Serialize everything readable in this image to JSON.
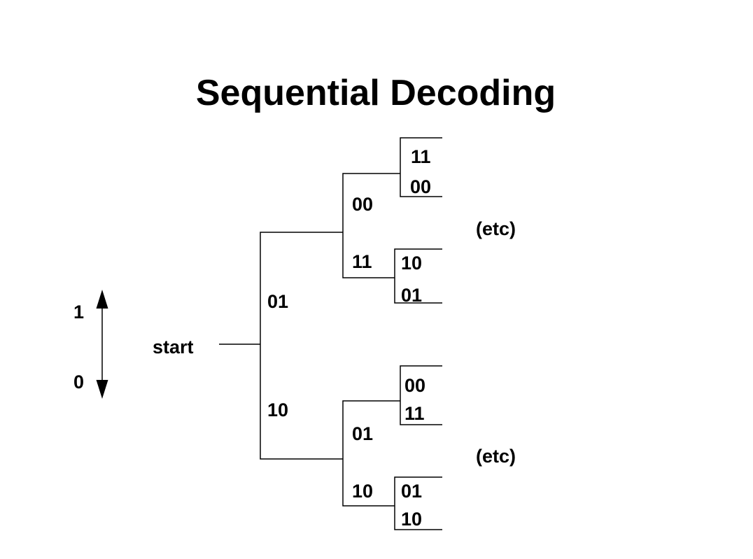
{
  "title": "Sequential Decoding",
  "legend": {
    "up_label": "1",
    "down_label": "0"
  },
  "start_label": "start",
  "etc_labels": {
    "upper": "(etc)",
    "lower": "(etc)"
  },
  "tree": {
    "root": "start",
    "branches": [
      {
        "input": "1",
        "output": "01",
        "children": [
          {
            "input": "1",
            "output": "00",
            "children": [
              {
                "input": "1",
                "output": "11"
              },
              {
                "input": "0",
                "output": "00"
              }
            ]
          },
          {
            "input": "0",
            "output": "11",
            "children": [
              {
                "input": "1",
                "output": "10"
              },
              {
                "input": "0",
                "output": "01"
              }
            ]
          }
        ]
      },
      {
        "input": "0",
        "output": "10",
        "children": [
          {
            "input": "1",
            "output": "01",
            "children": [
              {
                "input": "1",
                "output": "00"
              },
              {
                "input": "0",
                "output": "11"
              }
            ]
          },
          {
            "input": "0",
            "output": "10",
            "children": [
              {
                "input": "1",
                "output": "01"
              },
              {
                "input": "0",
                "output": "10"
              }
            ]
          }
        ]
      }
    ]
  },
  "colors": {
    "ink": "#000000",
    "background": "#ffffff"
  }
}
